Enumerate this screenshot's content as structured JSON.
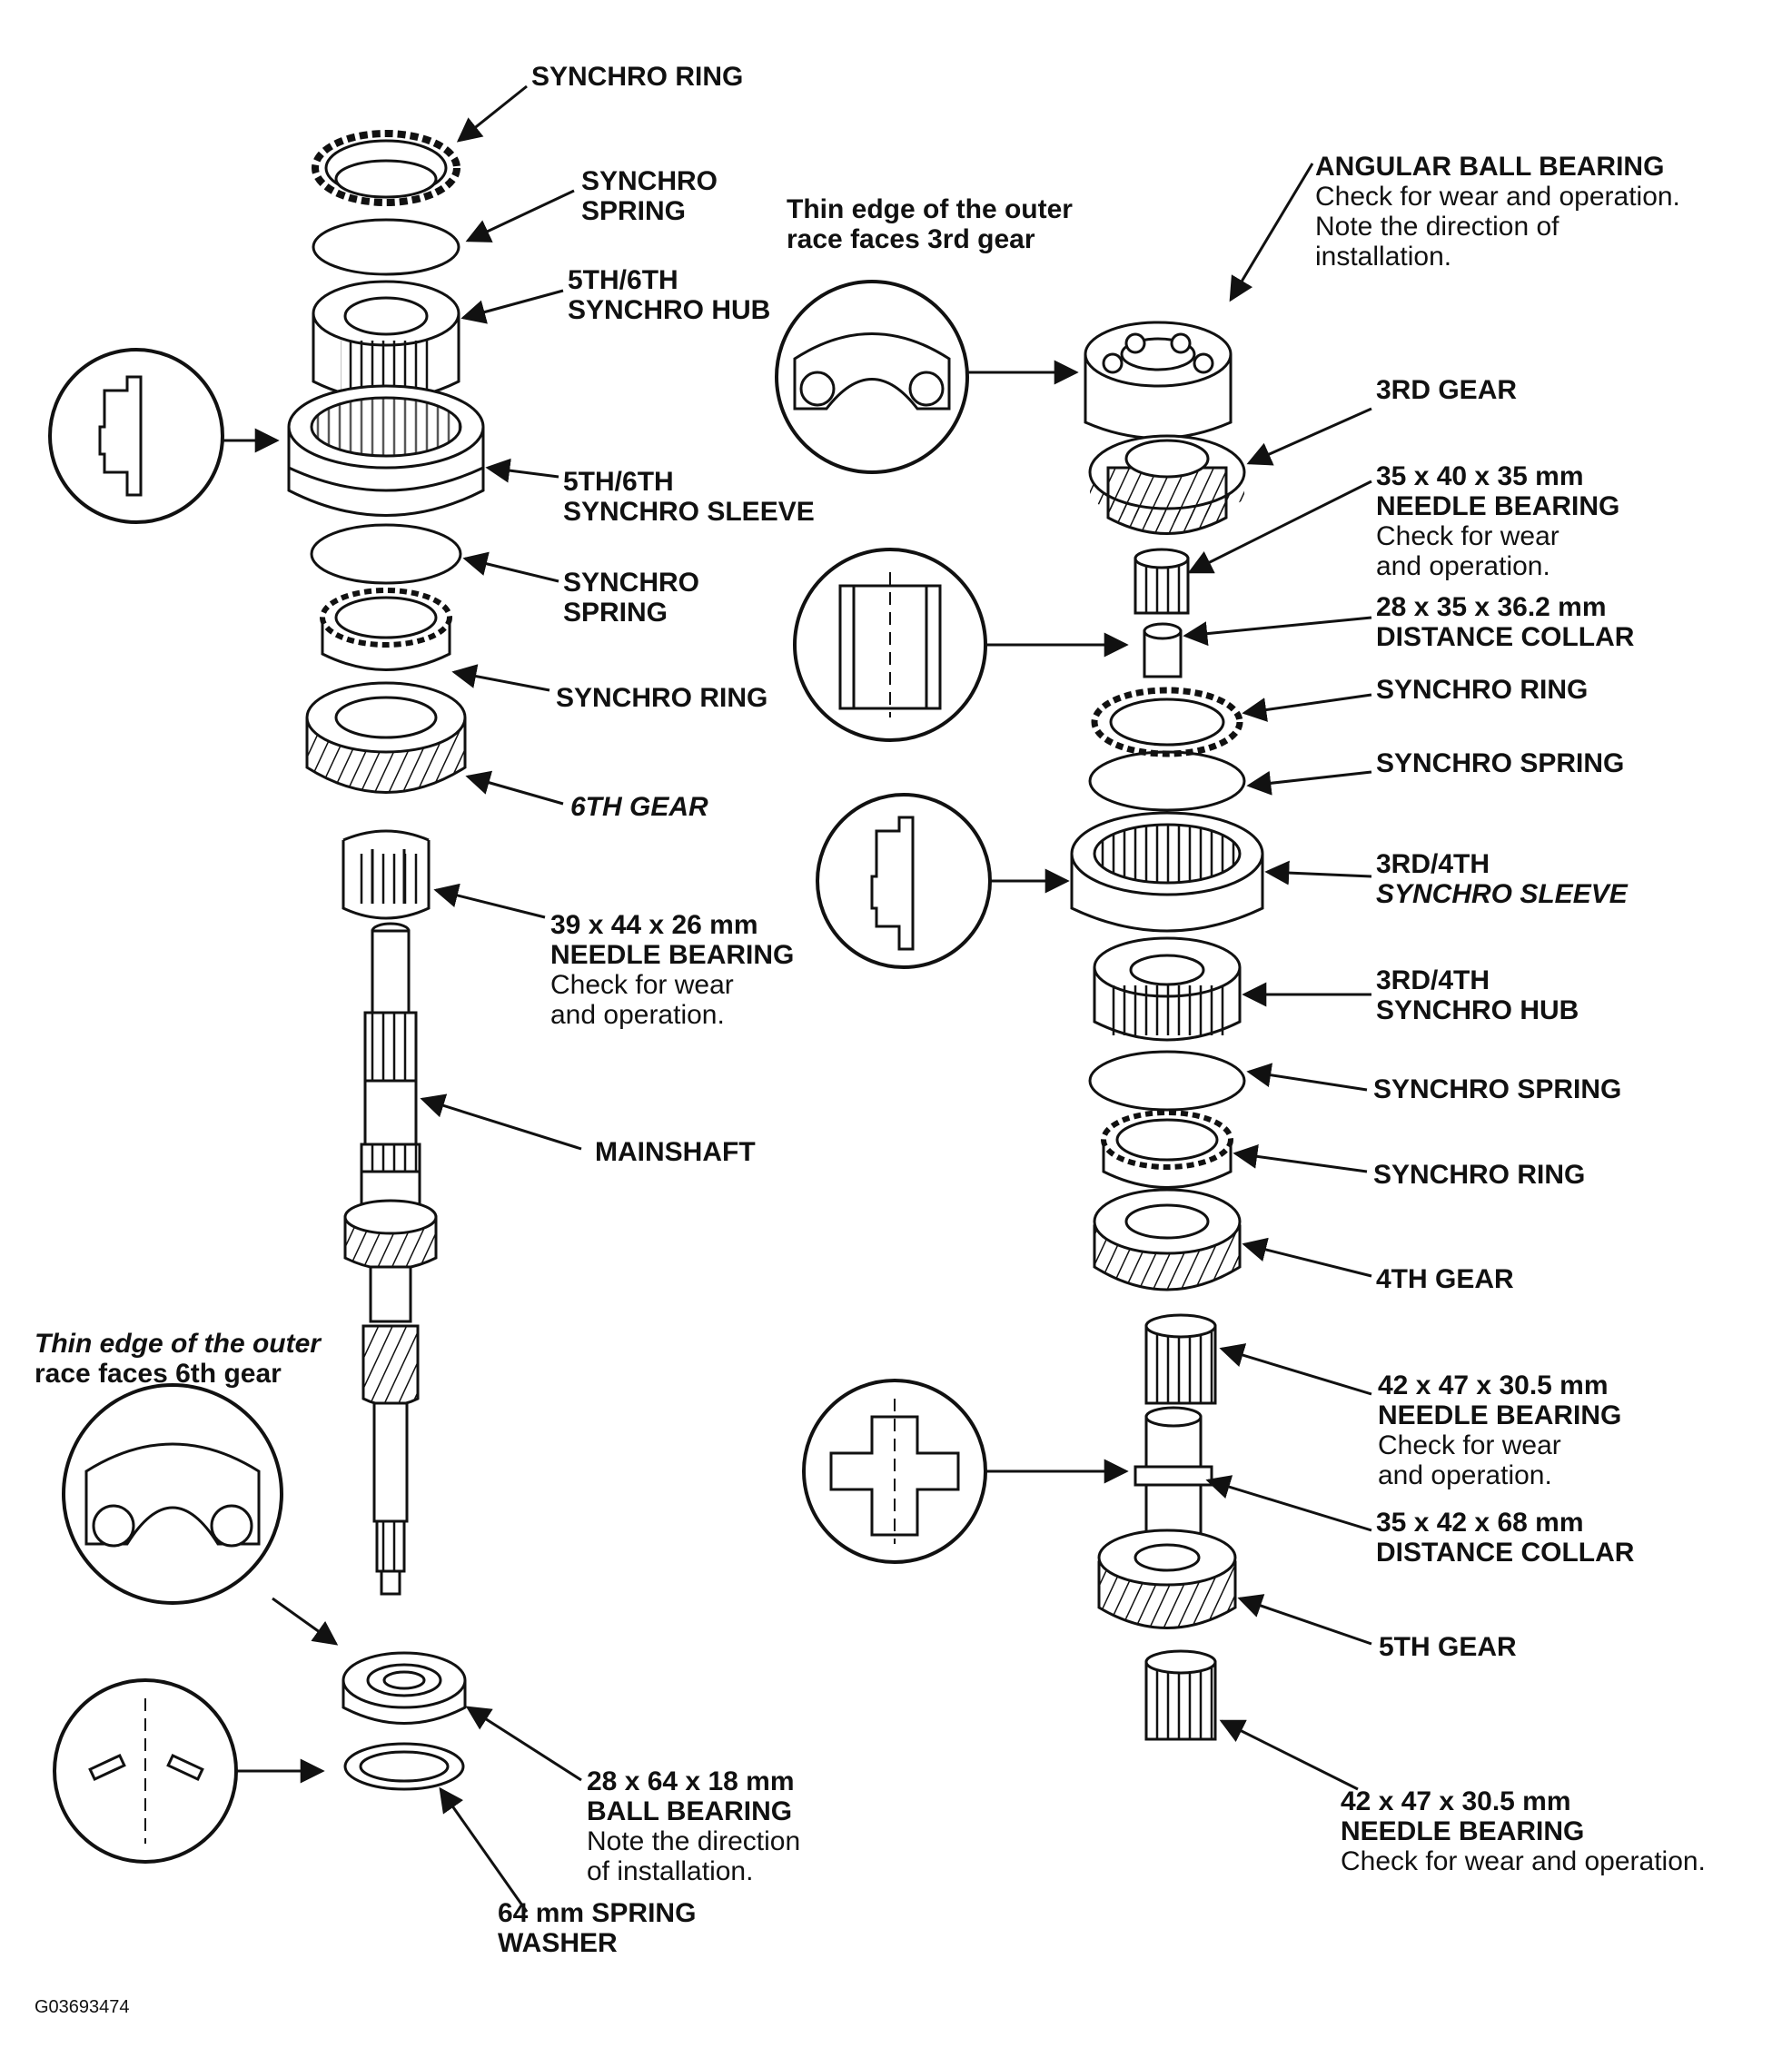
{
  "figure_code": "G03693474",
  "notes": {
    "outer_race_3rd": [
      "Thin edge of the outer",
      "race faces 3rd gear"
    ],
    "outer_race_6th_italic": "Thin edge of the outer",
    "outer_race_6th_rest": "race faces 6th gear"
  },
  "left_labels": {
    "synchro_ring_top": "SYNCHRO RING",
    "synchro_spring_1": [
      "SYNCHRO",
      "SPRING"
    ],
    "hub_56": [
      "5TH/6TH",
      "SYNCHRO HUB"
    ],
    "sleeve_56": [
      "5TH/6TH",
      "SYNCHRO SLEEVE"
    ],
    "synchro_spring_2": [
      "SYNCHRO",
      "SPRING"
    ],
    "synchro_ring_2": "SYNCHRO RING",
    "gear_6th": "6TH GEAR",
    "needle_39": {
      "size": "39 x 44 x 26 mm",
      "name": "NEEDLE BEARING",
      "note": [
        "Check for wear",
        "and operation."
      ]
    },
    "mainshaft": "MAINSHAFT",
    "ball_bearing": {
      "size": "28 x 64 x 18 mm",
      "name": "BALL BEARING",
      "note": [
        "Note the direction",
        "of installation."
      ]
    },
    "spring_washer": [
      "64 mm SPRING",
      "WASHER"
    ]
  },
  "right_labels": {
    "angular": {
      "name": "ANGULAR BALL BEARING",
      "note": [
        "Check for wear and operation.",
        "Note the direction of",
        "installation."
      ]
    },
    "gear_3rd": "3RD GEAR",
    "needle_35": {
      "size": "35 x 40 x 35 mm",
      "name": "NEEDLE BEARING",
      "note": [
        "Check for wear",
        "and operation."
      ]
    },
    "collar_28": {
      "size": "28 x 35 x 36.2 mm",
      "name": "DISTANCE COLLAR"
    },
    "synchro_ring_r1": "SYNCHRO RING",
    "synchro_spring_r1": "SYNCHRO SPRING",
    "sleeve_34": [
      "3RD/4TH",
      "SYNCHRO SLEEVE"
    ],
    "hub_34": [
      "3RD/4TH",
      "SYNCHRO HUB"
    ],
    "synchro_spring_r2": "SYNCHRO SPRING",
    "synchro_ring_r2": "SYNCHRO RING",
    "gear_4th": "4TH GEAR",
    "needle_42a": {
      "size": "42 x 47 x 30.5 mm",
      "name": "NEEDLE BEARING",
      "note": [
        "Check for wear",
        "and operation."
      ]
    },
    "collar_35": {
      "size": "35 x 42 x 68 mm",
      "name": "DISTANCE COLLAR"
    },
    "gear_5th": "5TH GEAR",
    "needle_42b": {
      "size": "42 x 47 x 30.5 mm",
      "name": "NEEDLE BEARING",
      "note": [
        "Check for wear and operation."
      ]
    }
  }
}
